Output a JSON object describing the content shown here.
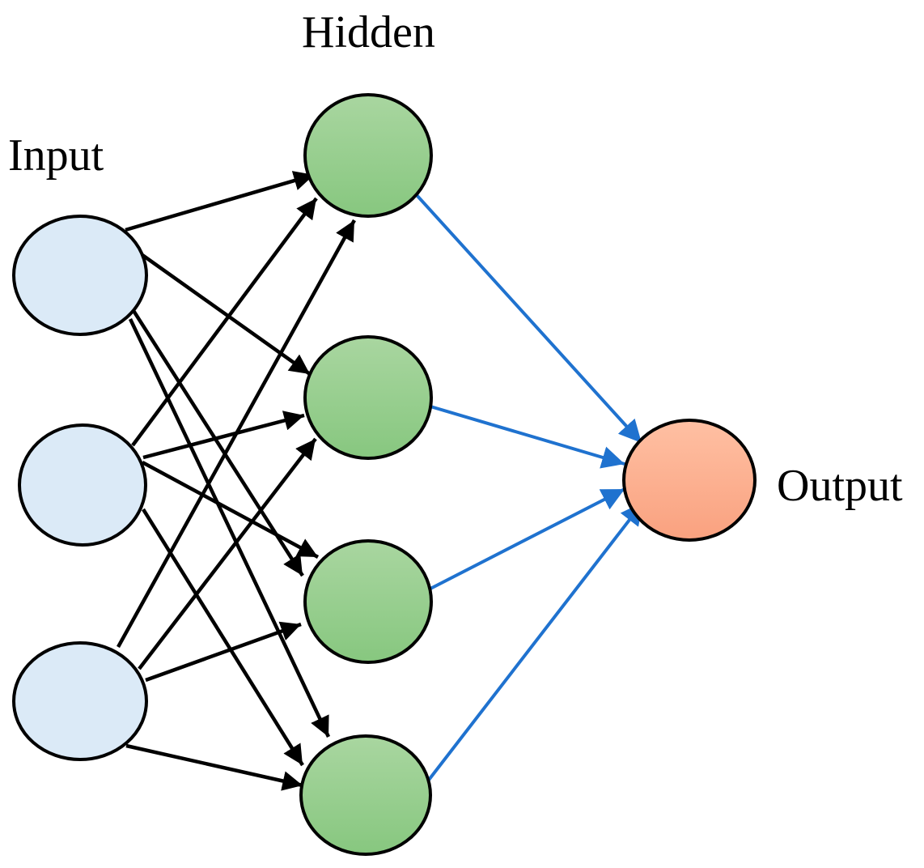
{
  "labels": {
    "input": "Input",
    "hidden": "Hidden",
    "output": "Output"
  },
  "colors": {
    "input_fill": "#dbeaf7",
    "hidden_fill_top": "#a9d6a0",
    "hidden_fill_bottom": "#87c77f",
    "output_fill_top": "#ffc0a3",
    "output_fill_bottom": "#f9a17f",
    "node_stroke": "#000000",
    "input_to_hidden_edge": "#000000",
    "hidden_to_output_edge": "#1f72cf"
  },
  "layers": {
    "input_count": 3,
    "hidden_count": 4,
    "output_count": 1
  }
}
